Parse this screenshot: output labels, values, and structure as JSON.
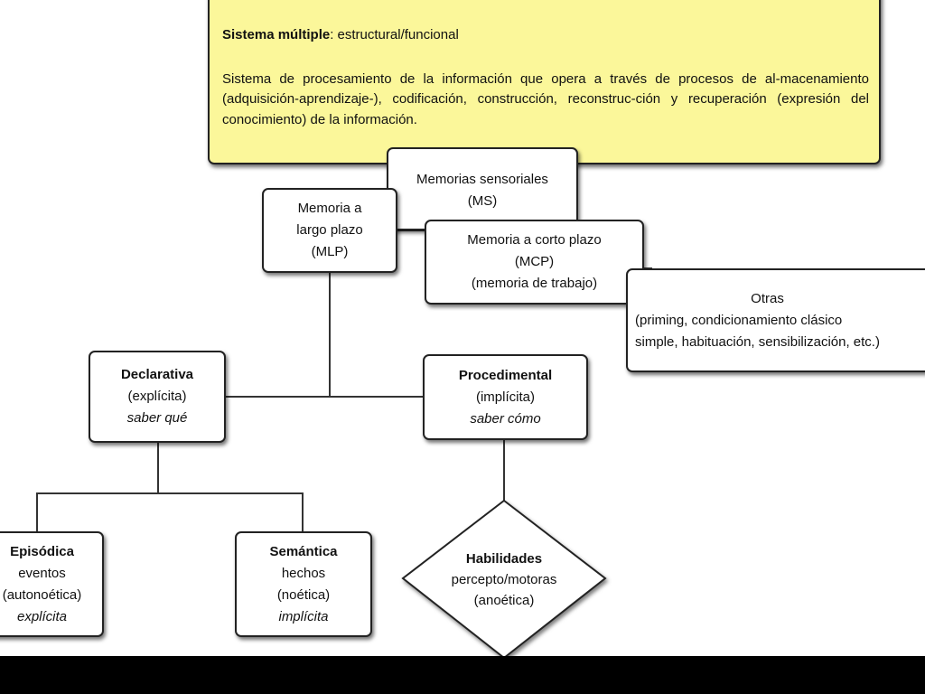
{
  "definition": {
    "title_bold": "Sistema múltiple",
    "title_rest": ": estructural/funcional",
    "paragraph": "Sistema de procesamiento de la información que opera a través de procesos de al-macenamiento (adquisición-aprendizaje-), codificación, construcción, reconstruc-ción y recuperación (expresión del conocimiento) de la información."
  },
  "nodes": {
    "ms": {
      "line1": "Memorias sensoriales",
      "line2": "(MS)"
    },
    "mlp": {
      "line1": "Memoria a",
      "line2": "largo plazo",
      "line3": "(MLP)"
    },
    "mcp": {
      "line1": "Memoria a corto plazo",
      "line2": "(MCP)",
      "line3": "(memoria de trabajo)"
    },
    "otras": {
      "line1": "Otras",
      "line2": "(priming, condicionamiento clásico",
      "line3": "simple, habituación, sensibilización, etc.)"
    },
    "declarativa": {
      "title": "Declarativa",
      "line2": "(explícita)",
      "line3": "saber qué"
    },
    "procedimental": {
      "title": "Procedimental",
      "line2": "(implícita)",
      "line3": "saber cómo"
    },
    "episodica": {
      "title": "Episódica",
      "line2": "eventos",
      "line3": "(autonoética)",
      "line4": "explícita"
    },
    "semantica": {
      "title": "Semántica",
      "line2": "hechos",
      "line3": "(noética)",
      "line4": "implícita"
    },
    "habilidades": {
      "title": "Habilidades",
      "line2": "percepto/motoras",
      "line3": "(anoética)"
    }
  }
}
